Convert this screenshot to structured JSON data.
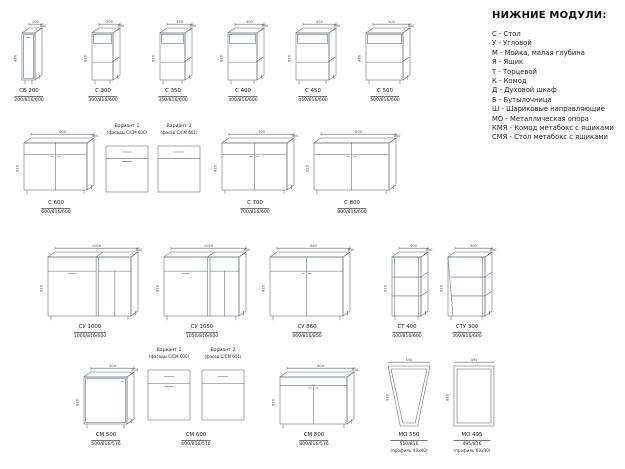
{
  "header": {
    "title": "НИЖНИЕ МОДУЛИ:"
  },
  "legend": [
    {
      "abbr": "С",
      "desc": "Стол"
    },
    {
      "abbr": "У",
      "desc": "Угловой"
    },
    {
      "abbr": "М",
      "desc": "Мойка, малая глубина"
    },
    {
      "abbr": "Я",
      "desc": "Ящик"
    },
    {
      "abbr": "Т",
      "desc": "Торцевой"
    },
    {
      "abbr": "К",
      "desc": "Комод"
    },
    {
      "abbr": "Д",
      "desc": "Духовой шкаф"
    },
    {
      "abbr": "Б",
      "desc": "Бутылочница"
    },
    {
      "abbr": "Ш",
      "desc": "Шариковые направляющие"
    },
    {
      "abbr": "МО",
      "desc": "Металлическая опора"
    },
    {
      "abbr": "КМЯ",
      "desc": "Комод метабокс с ящиками"
    },
    {
      "abbr": "СМЯ",
      "desc": "Стол метабокс с ящиками"
    }
  ],
  "variant_labels": [
    {
      "title": "Вариант 1",
      "sub": "(фасады С/СМ 600)"
    },
    {
      "title": "Вариант 2",
      "sub": "(фасад С/СМ 601)"
    }
  ],
  "modules": [
    {
      "id": "sb200",
      "name": "СБ 200",
      "size": "200/816/600",
      "w": "200",
      "h": "816",
      "d": "600"
    },
    {
      "id": "s300",
      "name": "С 300",
      "size": "300/816/600",
      "w": "300",
      "h": "816",
      "d": "600"
    },
    {
      "id": "s350",
      "name": "С 350",
      "size": "350/816/600",
      "w": "350",
      "h": "816",
      "d": "600"
    },
    {
      "id": "s400",
      "name": "С 400",
      "size": "400/816/600",
      "w": "400",
      "h": "816",
      "d": "600"
    },
    {
      "id": "s450",
      "name": "С 450",
      "size": "450/816/600",
      "w": "450",
      "h": "816",
      "d": "600"
    },
    {
      "id": "s500",
      "name": "С 500",
      "size": "500/816/600",
      "w": "500",
      "h": "816",
      "d": "600"
    },
    {
      "id": "s600",
      "name": "С 600",
      "size": "600/816/600",
      "w": "600",
      "h": "816",
      "d": "600"
    },
    {
      "id": "s700",
      "name": "С 700",
      "size": "700/816/600",
      "w": "700",
      "h": "816",
      "d": "600"
    },
    {
      "id": "s800",
      "name": "С 800",
      "size": "800/816/600",
      "w": "800",
      "h": "816",
      "d": "600"
    },
    {
      "id": "su1000",
      "name": "СУ 1000",
      "size": "1000/816/600",
      "w": "1000",
      "h": "816",
      "d": "600"
    },
    {
      "id": "su1050",
      "name": "СУ 1050",
      "size": "1050/816/600",
      "w": "1050",
      "h": "816",
      "d": "600"
    },
    {
      "id": "su860",
      "name": "СУ 860",
      "size": "860/816/850",
      "w": "860",
      "h": "816",
      "d": "850"
    },
    {
      "id": "st400",
      "name": "СТ 400",
      "size": "400/816/600",
      "w": "400",
      "h": "816",
      "d": "600"
    },
    {
      "id": "stu300",
      "name": "СТУ 300",
      "size": "300/816/600",
      "w": "300",
      "h": "816",
      "d": "600"
    },
    {
      "id": "sm500",
      "name": "СМ 500",
      "size": "500/816/516",
      "w": "500",
      "h": "816",
      "d": "516"
    },
    {
      "id": "sm600",
      "name": "СМ 600",
      "size": "600/816/516",
      "w": "600",
      "h": "816",
      "d": "516"
    },
    {
      "id": "sm800",
      "name": "СМ 800",
      "size": "800/816/516",
      "w": "800",
      "h": "816",
      "d": "516"
    },
    {
      "id": "mo550",
      "name": "МО 550",
      "size": "550/816",
      "note": "(профиль 40х40)",
      "w": "550",
      "h": "816"
    },
    {
      "id": "mo495",
      "name": "МО 495",
      "size": "495/816",
      "note": "(профиль 60х30)",
      "w": "495",
      "h": "816"
    }
  ]
}
